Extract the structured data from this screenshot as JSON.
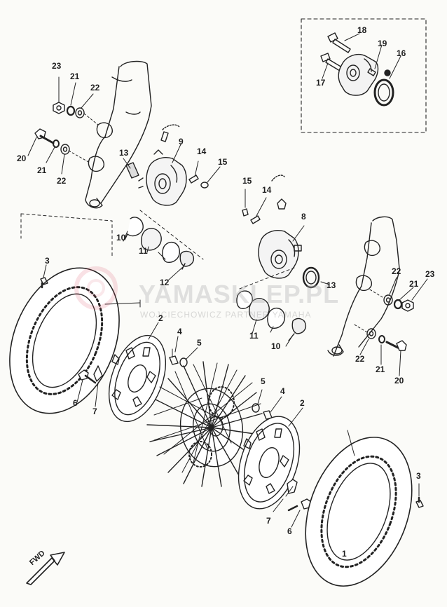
{
  "watermark": {
    "title": "YAMASKLEP.PL",
    "subtitle": "WOJCIECHOWICZ PARTNER YAMAHA"
  },
  "fwd_marker": "FWD",
  "labels": {
    "l1_right": "1",
    "l2_left": "2",
    "l2_right": "2",
    "l3_left": "3",
    "l3_right": "3",
    "l4_left": "4",
    "l4_right": "4",
    "l5_left": "5",
    "l5_right": "5",
    "l6_left": "6",
    "l6_right": "6",
    "l7_left": "7",
    "l7_right": "7",
    "l8": "8",
    "l9": "9",
    "l10_left": "10",
    "l10_right": "10",
    "l11_left": "11",
    "l11_right": "11",
    "l12": "12",
    "l13_left": "13",
    "l13_right": "13",
    "l14_left": "14",
    "l14_right": "14",
    "l15_left": "15",
    "l15_right": "15",
    "l16": "16",
    "l17": "17",
    "l18": "18",
    "l19": "19",
    "l20_left": "20",
    "l20_right": "20",
    "l21_left_top": "21",
    "l21_left_bottom": "21",
    "l21_right_top": "21",
    "l21_right_bottom": "21",
    "l22_left_top": "22",
    "l22_left_bottom": "22",
    "l22_right_top": "22",
    "l22_right_bottom": "22",
    "l23_left": "23",
    "l23_right": "23"
  }
}
